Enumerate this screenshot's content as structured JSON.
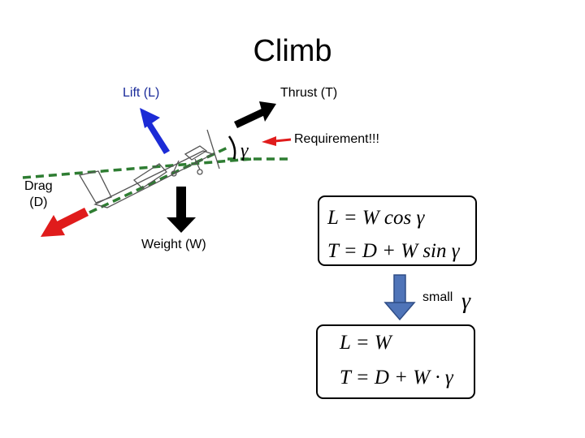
{
  "title": "Climb",
  "labels": {
    "lift": "Lift (L)",
    "thrust": "Thrust (T)",
    "requirement": "Requirement!!!",
    "drag_line1": "Drag",
    "drag_line2": "(D)",
    "weight": "Weight (W)",
    "small": "small",
    "gamma_symbol": "γ"
  },
  "equations": {
    "climb_lift": "L = W cos γ",
    "climb_thrust": "T = D + W sin γ",
    "small_lift": "L = W",
    "small_thrust": "T = D + W · γ"
  },
  "colors": {
    "lift_arrow": "#1c2bd6",
    "thrust_arrow": "#000000",
    "drag_arrow": "#e01c1c",
    "weight_arrow": "#000000",
    "requirement_arrow": "#e01c1c",
    "flight_path": "#2e7d32",
    "down_arrow": "#4f74b8"
  }
}
